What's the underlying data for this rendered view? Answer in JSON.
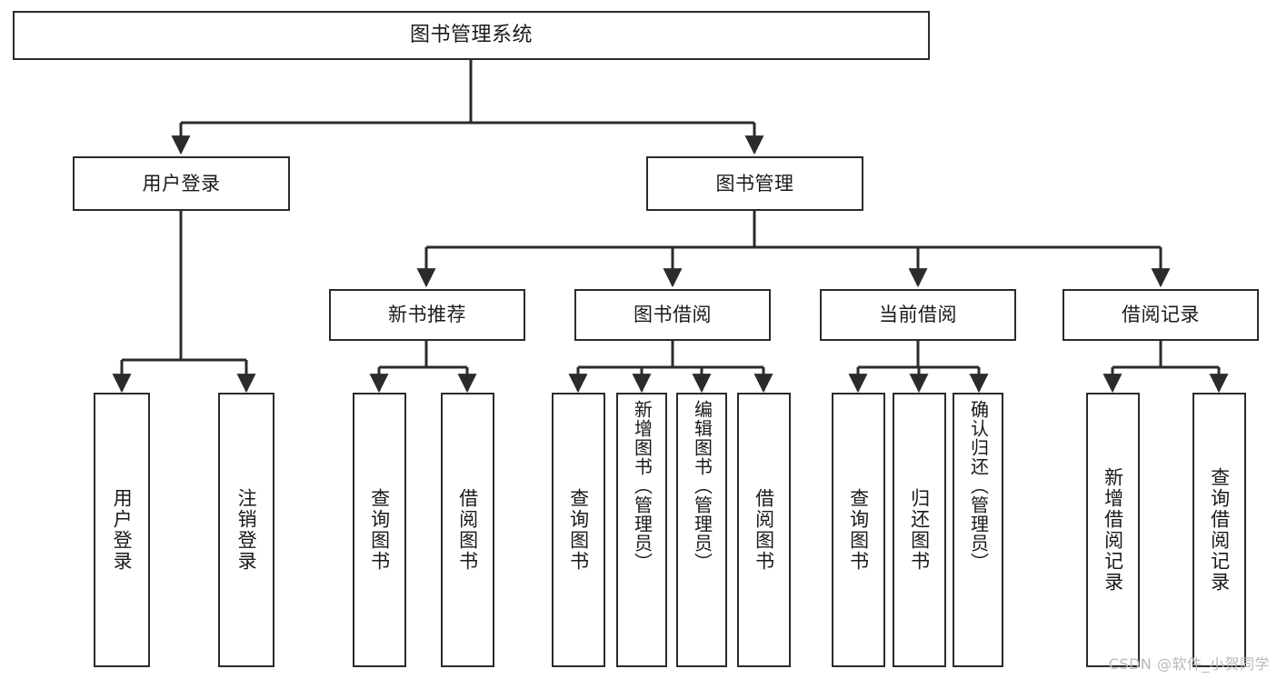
{
  "diagram": {
    "title": "图书管理系统",
    "type": "tree",
    "watermark": "CSDN @软件_小贺同学",
    "colors": {
      "stroke": "#2b2b2b",
      "fill": "#ffffff",
      "text": "#1a1a1a",
      "watermark": "#b9b9b9"
    },
    "nodes": {
      "root": {
        "label": "图书管理系统"
      },
      "level2": [
        {
          "id": "user-login",
          "label": "用户登录"
        },
        {
          "id": "book-manage",
          "label": "图书管理"
        }
      ],
      "level3": [
        {
          "id": "new-book-recommend",
          "label": "新书推荐"
        },
        {
          "id": "book-borrow",
          "label": "图书借阅"
        },
        {
          "id": "current-borrow",
          "label": "当前借阅"
        },
        {
          "id": "borrow-record",
          "label": "借阅记录"
        }
      ],
      "leaves": {
        "user_login": [
          {
            "id": "leaf-user-login",
            "label": "用户登录"
          },
          {
            "id": "leaf-logout-login",
            "label": "注销登录"
          }
        ],
        "new_book_recommend": [
          {
            "id": "leaf-query-book-1",
            "label": "查询图书"
          },
          {
            "id": "leaf-borrow-book-1",
            "label": "借阅图书"
          }
        ],
        "book_borrow": [
          {
            "id": "leaf-query-book-2",
            "label": "查询图书"
          },
          {
            "id": "leaf-add-book-admin",
            "label": "新增图书（管理员）"
          },
          {
            "id": "leaf-edit-book-admin",
            "label": "编辑图书（管理员）"
          },
          {
            "id": "leaf-borrow-book-2",
            "label": "借阅图书"
          }
        ],
        "current_borrow": [
          {
            "id": "leaf-query-book-3",
            "label": "查询图书"
          },
          {
            "id": "leaf-return-book",
            "label": "归还图书"
          },
          {
            "id": "leaf-confirm-return-admin",
            "label": "确认归还（管理员）"
          }
        ],
        "borrow_record": [
          {
            "id": "leaf-add-borrow-record",
            "label": "新增借阅记录"
          },
          {
            "id": "leaf-query-borrow-record",
            "label": "查询借阅记录"
          }
        ]
      }
    }
  }
}
